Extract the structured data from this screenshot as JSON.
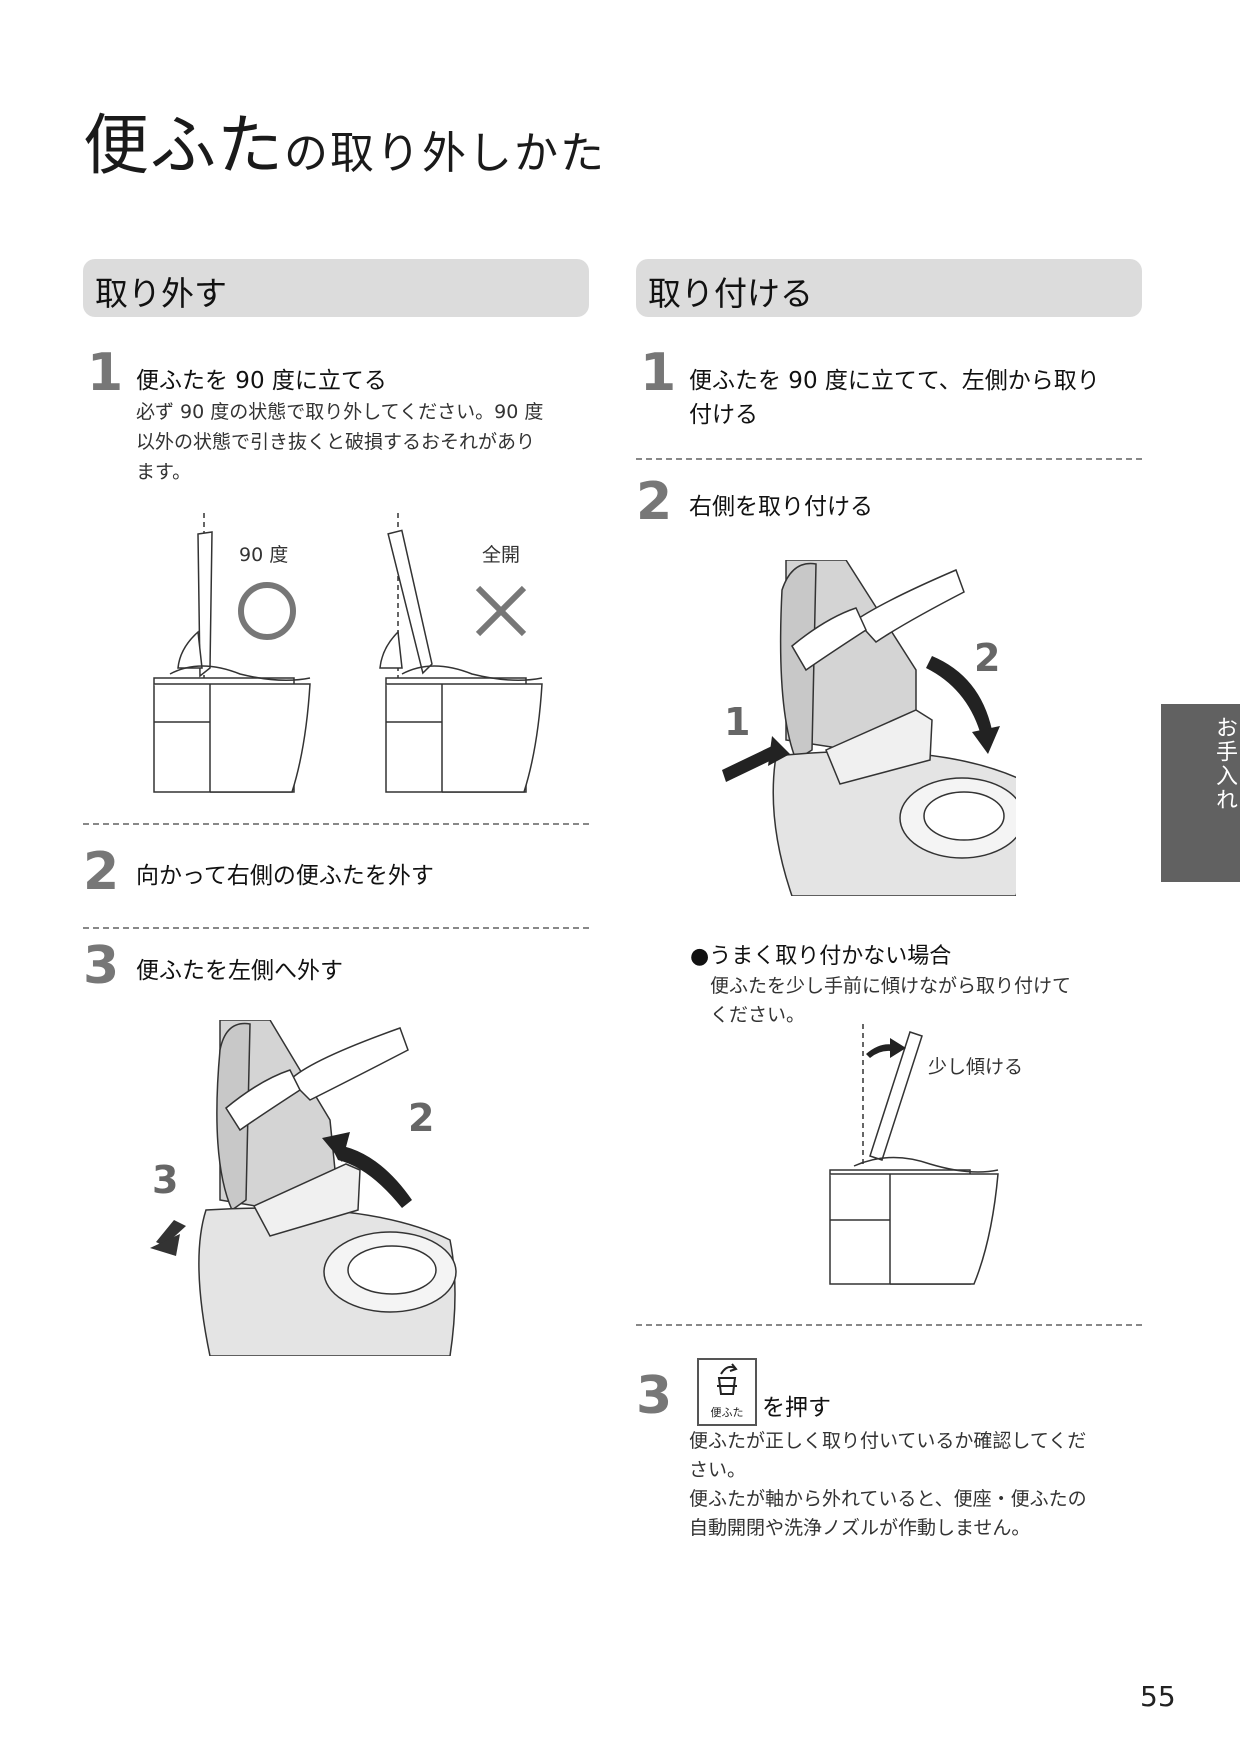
{
  "title": {
    "main": "便ふた",
    "sub": "の取り外しかた"
  },
  "left": {
    "section": "取り外す",
    "steps": [
      {
        "num": "1",
        "head": "便ふたを 90 度に立てる",
        "body1": "必ず 90 度の状態で取り外してください。90 度",
        "body2": "以外の状態で引き抜くと破損するおそれがあり",
        "body3": "ます。"
      },
      {
        "num": "2",
        "head": "向かって右側の便ふたを外す"
      },
      {
        "num": "3",
        "head": "便ふたを左側へ外す"
      }
    ],
    "fig1": {
      "ok_label": "90 度",
      "ng_label": "全開"
    },
    "fig3": {
      "arrow_a": "3",
      "arrow_b": "2"
    }
  },
  "right": {
    "section": "取り付ける",
    "steps": [
      {
        "num": "1",
        "head1": "便ふたを 90 度に立てて、左側から取り",
        "head2": "付ける"
      },
      {
        "num": "2",
        "head": "右側を取り付ける"
      },
      {
        "num": "3",
        "head": "を押す",
        "body1": "便ふたが正しく取り付いているか確認してくだ",
        "body2": "さい。",
        "body3": "便ふたが軸から外れていると、便座・便ふたの",
        "body4": "自動開閉や洗浄ノズルが作動しません。"
      }
    ],
    "fig2": {
      "arrow_a": "1",
      "arrow_b": "2"
    },
    "note": {
      "head": "●うまく取り付かない場合",
      "body1": "便ふたを少し手前に傾けながら取り付けて",
      "body2": "ください。",
      "fig_label": "少し傾ける"
    },
    "key_icon": {
      "label": "便ふた",
      "icon": "lid-button-icon"
    }
  },
  "side_tab": "お手入れ",
  "page_number": "55"
}
